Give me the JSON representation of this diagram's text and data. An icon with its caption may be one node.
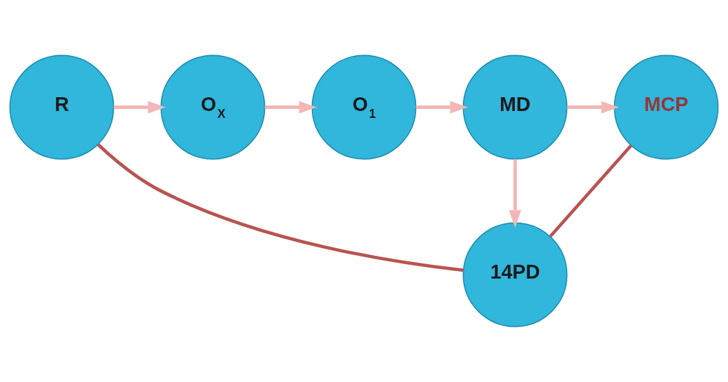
{
  "diagram": {
    "nodes": [
      {
        "text": [
          "R"
        ]
      },
      {
        "text": [
          "O$_{X}$"
        ]
      },
      {
        "text": [
          "O$_{1}$"
        ]
      },
      {
        "text": [
          "MD"
        ]
      },
      {
        "text": [
          "MCP"
        ]
      },
      {
        "text": [
          "14PD"
        ]
      }
    ],
    "edges": [
      {
        "from": 0,
        "to": 1,
        "arrow": "to"
      },
      {
        "from": 1,
        "to": 2,
        "arrow": "to"
      },
      {
        "from": 2,
        "to": 3,
        "arrow": "to"
      },
      {
        "from": 3,
        "to": 4,
        "arrow": "to"
      },
      {
        "from": 3,
        "to": 5,
        "arrow": "to"
      },
      {
        "from": 4,
        "to": 5,
        "arrow": "none",
        "color": "#b85450"
      },
      {
        "from": 5,
        "to": 0,
        "arrow": "none",
        "color": "#b85450"
      }
    ]
  }
}
